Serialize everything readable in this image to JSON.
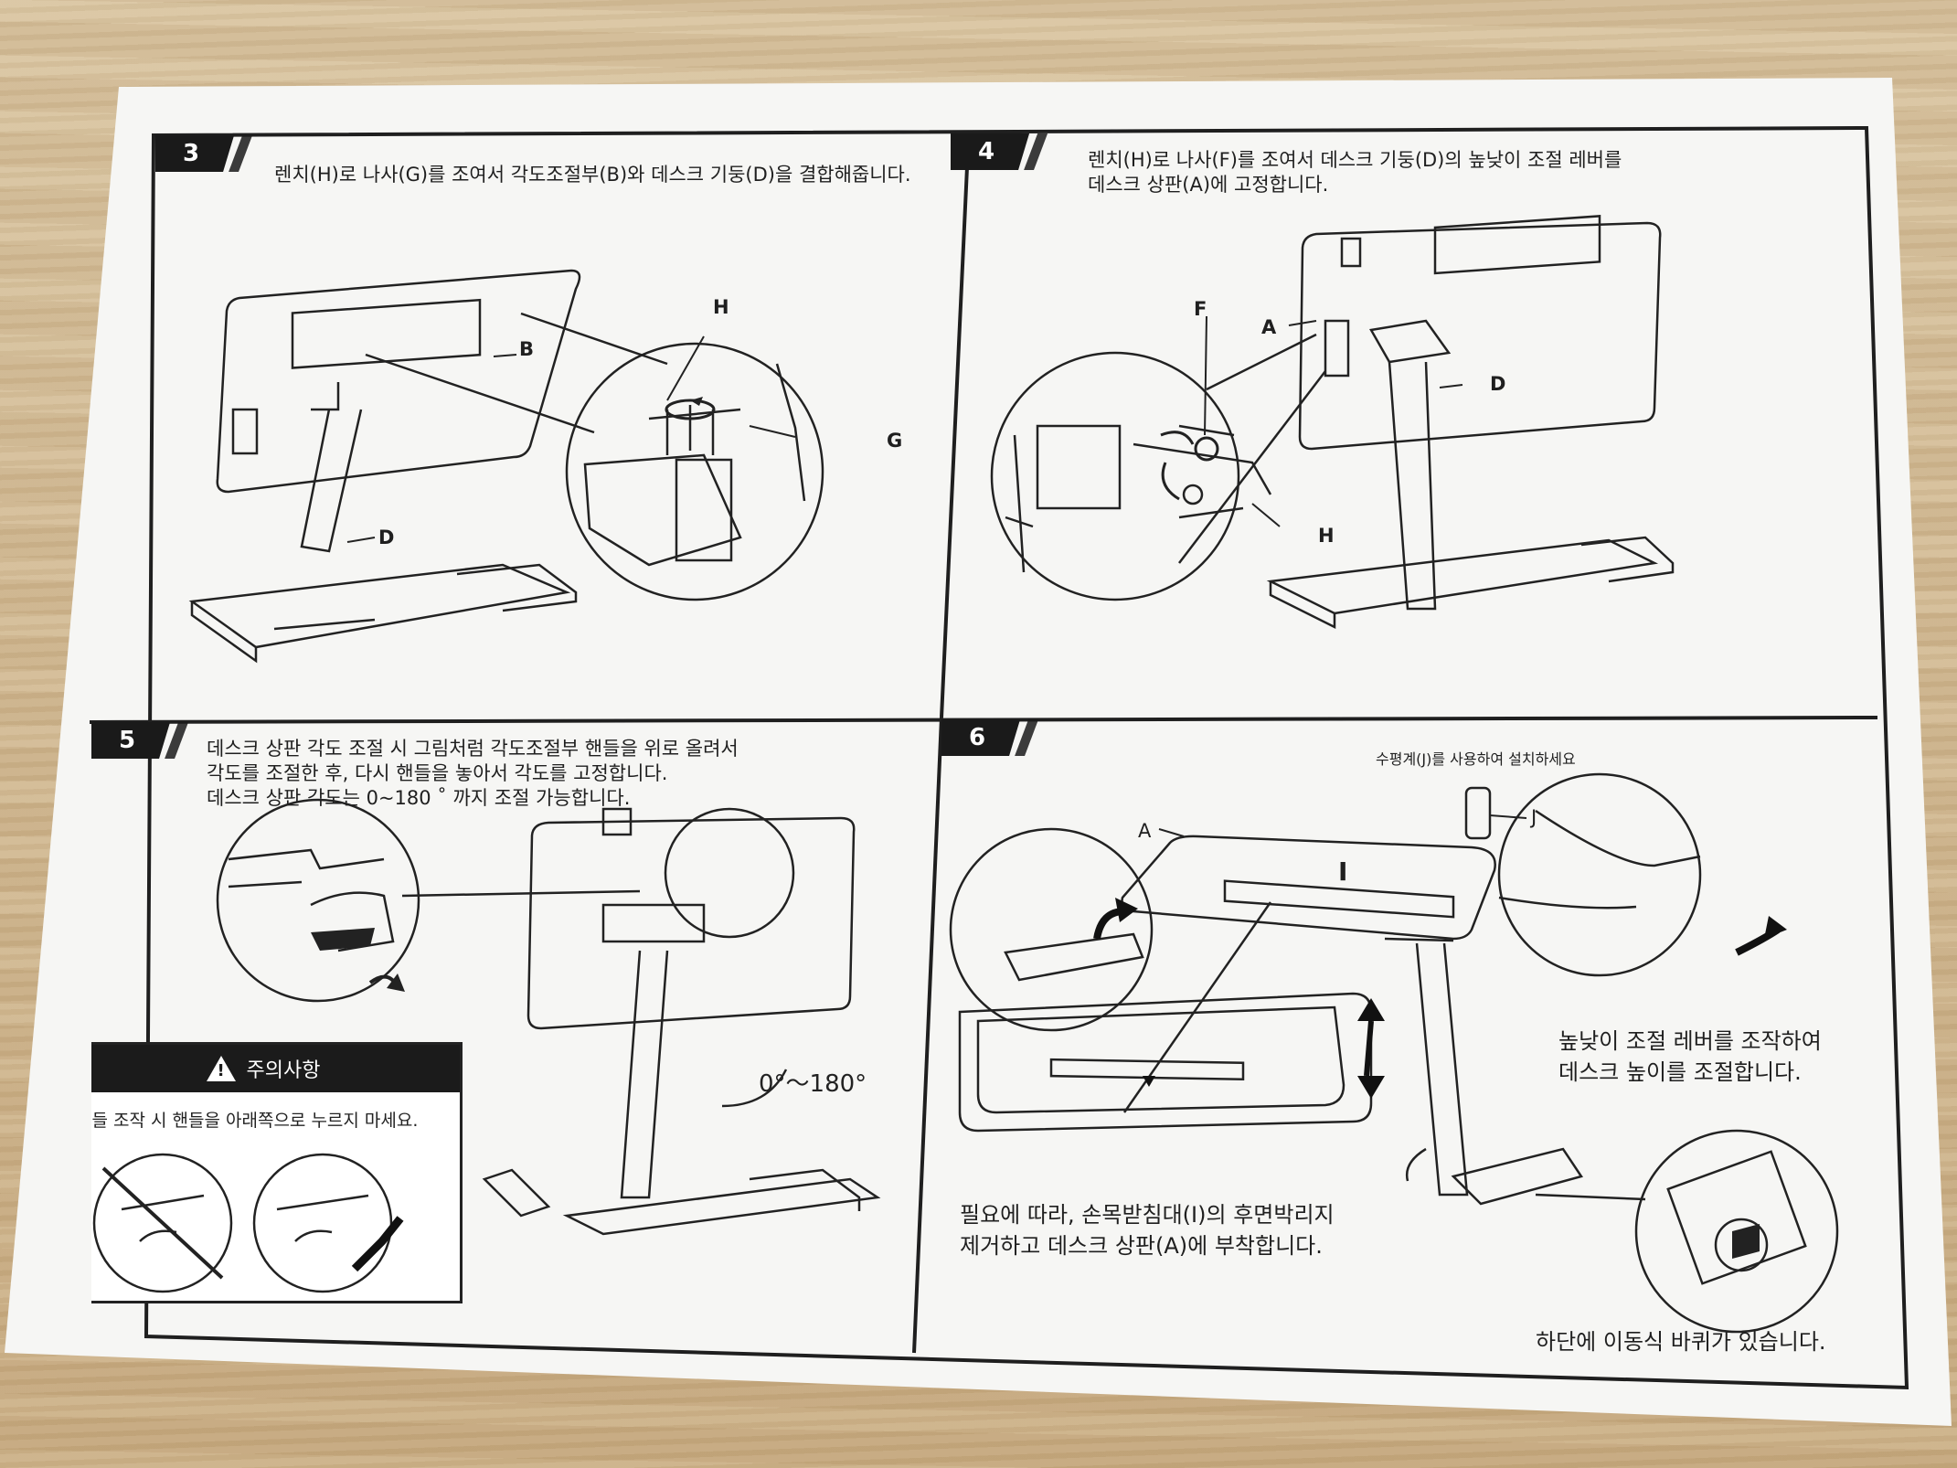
{
  "steps": {
    "s3": {
      "number": "3",
      "text": "렌치(H)로 나사(G)를 조여서 각도조절부(B)와 데스크 기둥(D)을 결합해줍니다.",
      "labels": {
        "b": "B",
        "d": "D",
        "h": "H",
        "g": "G"
      }
    },
    "s4": {
      "number": "4",
      "text": "렌치(H)로 나사(F)를 조여서 데스크 기둥(D)의 높낮이 조절 레버를\n데스크 상판(A)에 고정합니다.",
      "labels": {
        "f": "F",
        "a": "A",
        "d": "D",
        "h": "H"
      }
    },
    "s5": {
      "number": "5",
      "text": "데스크 상판 각도 조절 시 그림처럼 각도조절부 핸들을 위로 올려서\n각도를 조절한 후, 다시 핸들을 놓아서 각도를 고정합니다.\n데스크 상판 각도는 0~180 ˚ 까지 조절 가능합니다.",
      "angle": "0°～180°",
      "caution": {
        "title": "주의사항",
        "text": "핸들 조작 시 핸들을 아래쪽으로 누르지 마세요."
      }
    },
    "s6": {
      "number": "6",
      "level_text": "수평계(J)를 사용하여 설치하세요",
      "height_text": "높낮이 조절 레버를 조작하여\n데스크 높이를 조절합니다.",
      "wrist_text": "필요에 따라, 손목받침대(I)의 후면박리지\n제거하고 데스크 상판(A)에 부착합니다.",
      "wheel_text": "하단에 이동식 바퀴가 있습니다.",
      "labels": {
        "a": "A",
        "i": "I",
        "j": "J"
      }
    }
  },
  "colors": {
    "ink": "#1f1f1f",
    "paper": "#f6f6f4",
    "tab": "#1a1a1a"
  }
}
